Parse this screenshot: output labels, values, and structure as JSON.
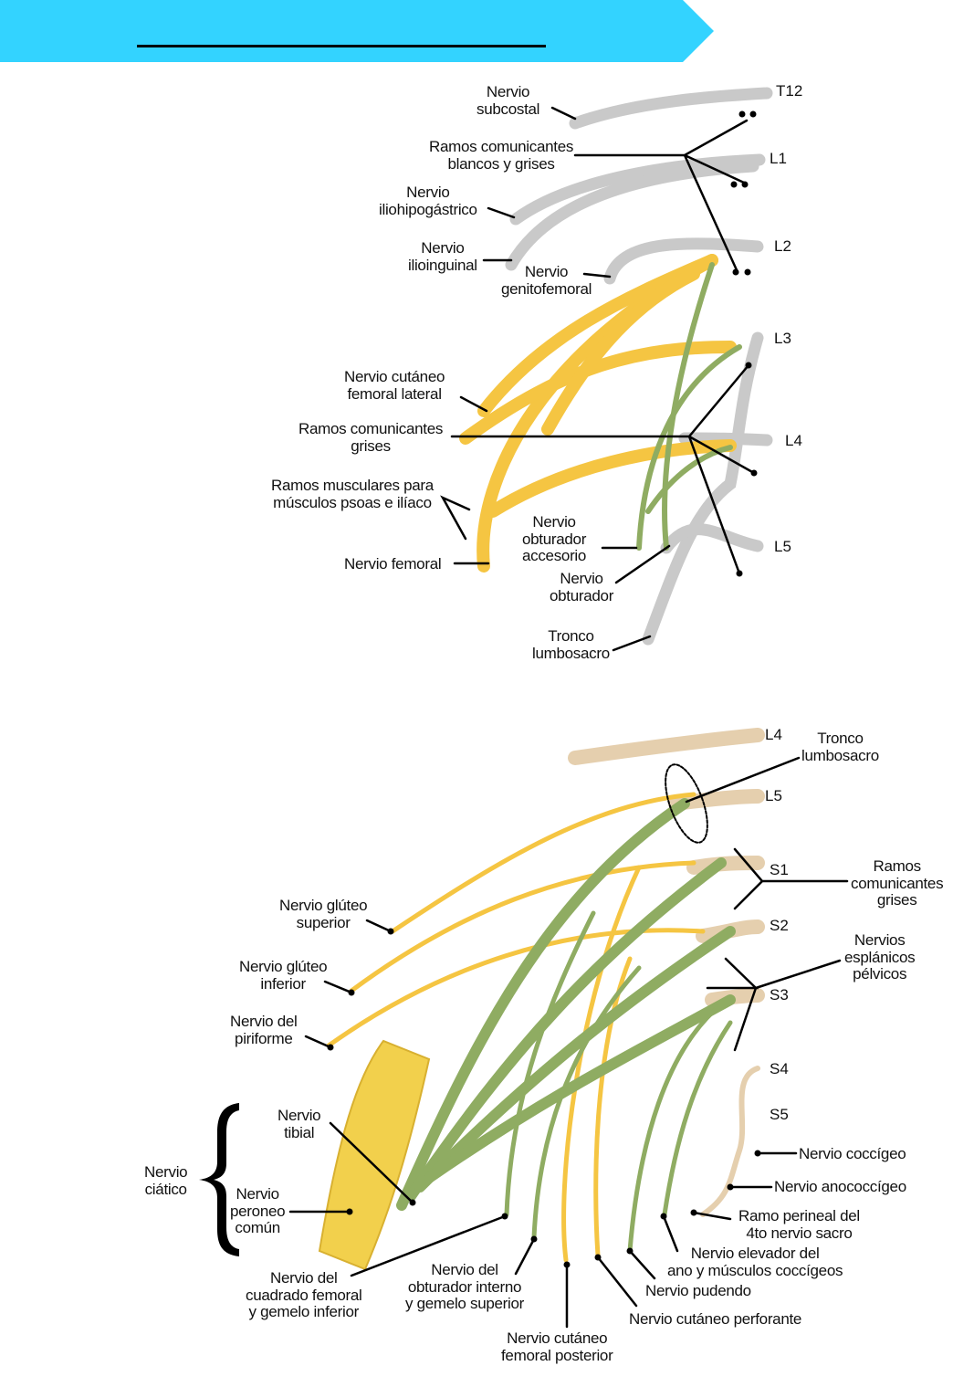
{
  "colors": {
    "banner": "#33d3ff",
    "nerve_gray": "#c9c9c9",
    "nerve_yellow": "#f5c542",
    "nerve_green": "#8fac62",
    "nerve_tan": "#e5cfae"
  },
  "lumbar": {
    "segments": [
      "T12",
      "L1",
      "L2",
      "L3",
      "L4",
      "L5"
    ],
    "labels": {
      "subcostal": "Nervio\nsubcostal",
      "ramos_blancos": "Ramos comunicantes\nblancos y grises",
      "iliohipogastrico": "Nervio\niliohipogástrico",
      "ilioinguinal": "Nervio\nilioinguinal",
      "genitofemoral": "Nervio\ngenitofemoral",
      "cutaneo_lateral": "Nervio cutáneo\nfemoral lateral",
      "ramos_grises": "Ramos comunicantes\ngrises",
      "ramos_musculares": "Ramos musculares para\nmúsculos psoas e ilíaco",
      "femoral": "Nervio femoral",
      "obturador_accesorio": "Nervio\nobturador\naccesorio",
      "obturador": "Nervio\nobturador",
      "tronco": "Tronco\nlumbosacro"
    }
  },
  "sacral": {
    "segments": [
      "L4",
      "L5",
      "S1",
      "S2",
      "S3",
      "S4",
      "S5"
    ],
    "labels": {
      "tronco": "Tronco\nlumbosacro",
      "ramos_grises": "Ramos\ncomunicantes\ngrises",
      "esplanicos": "Nervios\nesplánicos\npélvicos",
      "gluteo_sup": "Nervio glúteo\nsuperior",
      "gluteo_inf": "Nervio glúteo\ninferior",
      "piriforme": "Nervio del\npiriforme",
      "tibial": "Nervio\ntibial",
      "ciatico": "Nervio\nciático",
      "peroneo": "Nervio\nperoneo\ncomún",
      "cuadrado": "Nervio del\ncuadrado femoral\ny gemelo inferior",
      "obturador_int": "Nervio del\nobturador interno\ny gemelo superior",
      "cutaneo_post": "Nervio cutáneo\nfemoral posterior",
      "perforante": "Nervio cutáneo perforante",
      "pudendo": "Nervio pudendo",
      "elevador": "Nervio elevador del\nano y músculos coccígeos",
      "perineal": "Ramo perineal del\n4to nervio sacro",
      "coccigeo": "Nervio coccígeo",
      "anococcigeo": "Nervio anococcígeo"
    }
  }
}
